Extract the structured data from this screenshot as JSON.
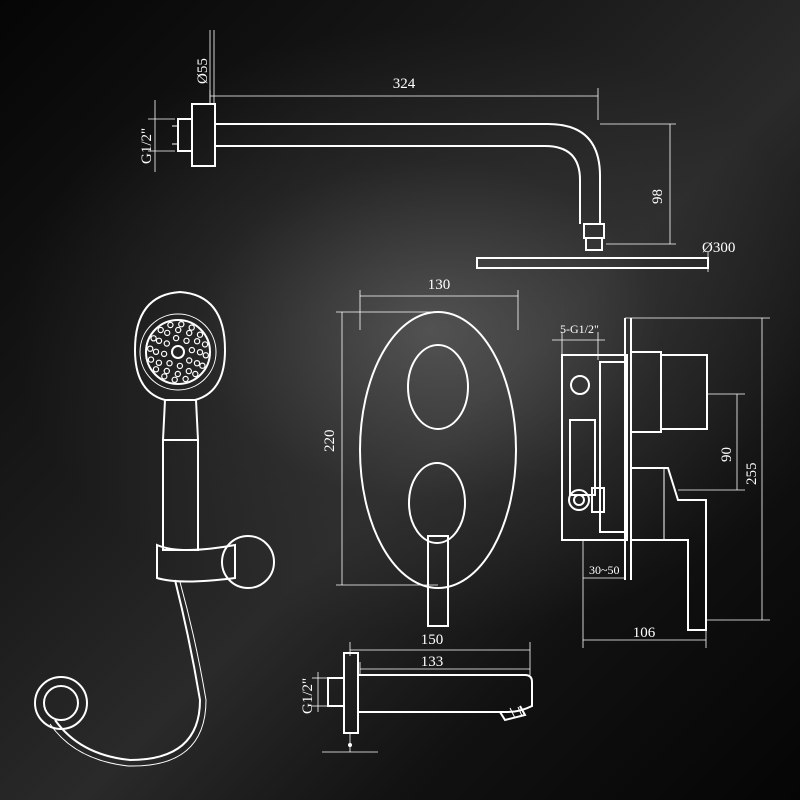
{
  "shower_arm": {
    "dim_length": "324",
    "dim_flange": "Ø55",
    "dim_thread": "G1/2\"",
    "dim_drop": "98",
    "dim_head": "Ø300"
  },
  "mixer_front": {
    "dim_width": "130",
    "dim_height": "220"
  },
  "mixer_side": {
    "dim_thread": "5-G1/2\"",
    "dim_spacing": "90",
    "dim_height": "255",
    "dim_depth": "106",
    "dim_wall": "30~50"
  },
  "spout": {
    "dim_total": "150",
    "dim_projection": "133",
    "dim_thread": "G1/2\""
  }
}
